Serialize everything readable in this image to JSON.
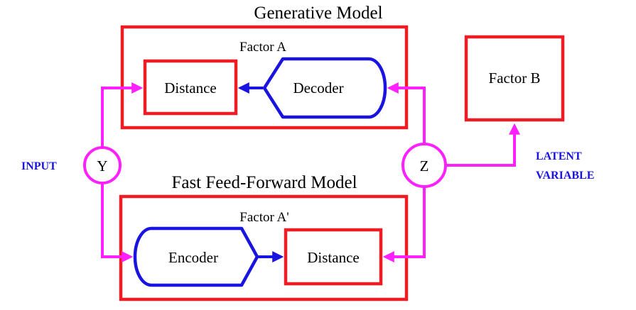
{
  "colors": {
    "box_stroke": "#ee1c25",
    "module_stroke": "#1a14e0",
    "arrow_magenta": "#ff20ff",
    "arrow_blue": "#1a14e0",
    "label_blue": "#1a14e0"
  },
  "generative_model": {
    "title": "Generative Model",
    "factor_label": "Factor A",
    "distance_label": "Distance",
    "decoder_label": "Decoder"
  },
  "fast_model": {
    "title": "Fast Feed-Forward Model",
    "factor_label": "Factor A'",
    "encoder_label": "Encoder",
    "distance_label": "Distance"
  },
  "factor_b": {
    "label": "Factor B"
  },
  "input": {
    "label": "INPUT",
    "node": "Y"
  },
  "latent": {
    "label_line1": "LATENT",
    "label_line2": "VARIABLE",
    "node": "Z"
  }
}
